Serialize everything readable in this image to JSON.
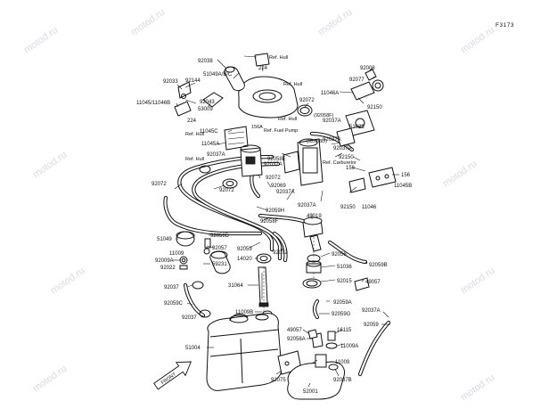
{
  "figure_code": "F3173",
  "watermark": "motod.ru",
  "front_label": "FRONT",
  "labels": {
    "92038": "92038",
    "ref_hull_top": "Ref. Hull",
    "51049abc": "51049A/B/C",
    "224_top": "224",
    "92144": "92144",
    "92033": "92033",
    "92043": "92043",
    "11045_11046b": "11045/11046B",
    "224_left": "224",
    "53009": "53009",
    "ref_hull_right_top": "Ref. Hull",
    "92072_top": "92072",
    "11046a": "11046A",
    "92150_top": "92150",
    "92077": "92077",
    "92008": "92008",
    "ref_hull_mid": "Ref. Hull",
    "92058f_top": "(92058F)",
    "92037a_1": "92037A",
    "51023": "51023",
    "11045c": "11045C",
    "ref_hull_left": "Ref. Hull",
    "156a": "156A",
    "ref_fuel_pump": "Ref. Fuel Pump",
    "92058d": "(92058D)",
    "92037a_2": "92037A",
    "11045a": "11045A",
    "92037a_3": "92037A",
    "92058e": "92058E",
    "92150_mid": "92150",
    "ref_hull_left2": "Ref. Hull",
    "92037a_4": "92037A",
    "92037a_5": "92037A",
    "ref_carburetor": "Ref. Carburetor",
    "156": "156",
    "156_right": "156",
    "11045b": "11045B",
    "92072_left": "92072",
    "92072_c": "92072",
    "92072_d": "92072",
    "92069": "92069",
    "92037a_6": "92037A",
    "11046": "11046",
    "92150_low": "92150",
    "92037a_7": "92037A",
    "92059h": "92059H",
    "92058f": "92058F",
    "49019": "49019",
    "92059d": "92059D",
    "51049": "51049",
    "92057": "92057",
    "92059": "92059",
    "92072_e": "92072",
    "92056": "92056",
    "14020": "14020",
    "51036": "51036",
    "92059b": "92059B",
    "92009a": "92009A",
    "11009": "11009",
    "92022": "92022",
    "59231": "59231",
    "92015": "92015",
    "49057_r": "49057",
    "31064": "31064",
    "92037": "92037",
    "92059c": "92059C",
    "92037_b": "92037",
    "11009b": "11009B",
    "92059a": "92059A",
    "92059g": "92059G",
    "92037a_8": "92037A",
    "49057": "49057",
    "16115": "16115",
    "92058a": "92058A",
    "11009a": "11009A",
    "51004": "51004",
    "11009_low": "11009",
    "92075": "92075",
    "92037b": "92037B",
    "52001": "52001"
  }
}
